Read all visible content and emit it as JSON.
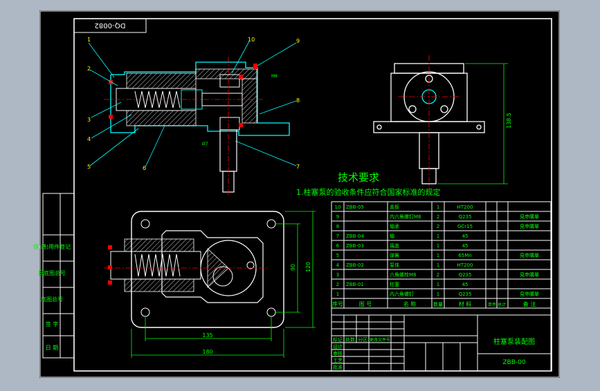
{
  "colors": {
    "background": "#000000",
    "frame": "#ffffff",
    "part_lines": "#00ffff",
    "leaders": "#ffff00",
    "hatch": "#ffffff",
    "bolts": "#ff0000",
    "title_text": "#00ff00",
    "center_lines": "#ff0000",
    "dimensions": "#00ff00"
  },
  "drawing_code_box": "DQ-0082",
  "callouts": [
    "1",
    "2",
    "3",
    "4",
    "5",
    "6",
    "7",
    "8",
    "9",
    "10"
  ],
  "dimension_labels": {
    "side_height": "138.5",
    "plan_inner_width": "135",
    "plan_outer_width": "180",
    "plan_inner_height": "90",
    "plan_outer_height": "120",
    "fit_tag_1": "M8",
    "fit_tag_2": "Ø7"
  },
  "technical_requirements": {
    "title": "技术要求",
    "item_1": "1.柱塞泵的验收条件应符合国家标准的规定"
  },
  "parts_list": {
    "rows": [
      {
        "no": "10",
        "code": "ZBB-05",
        "name": "盖板",
        "qty": "1",
        "material": "HT200",
        "note": ""
      },
      {
        "no": "9",
        "code": "",
        "name": "内六角螺钉M8",
        "qty": "2",
        "material": "Q235",
        "note": "見申購單"
      },
      {
        "no": "8",
        "code": "",
        "name": "轴承",
        "qty": "2",
        "material": "GCr15",
        "note": "見申購單"
      },
      {
        "no": "7",
        "code": "ZBB-04",
        "name": "轴",
        "qty": "1",
        "material": "45",
        "note": ""
      },
      {
        "no": "6",
        "code": "ZBB-03",
        "name": "端盖",
        "qty": "1",
        "material": "45",
        "note": ""
      },
      {
        "no": "5",
        "code": "",
        "name": "弹簧",
        "qty": "1",
        "material": "65Mn",
        "note": "見申購單"
      },
      {
        "no": "4",
        "code": "ZBB-02",
        "name": "泵体",
        "qty": "1",
        "material": "HT200",
        "note": ""
      },
      {
        "no": "3",
        "code": "",
        "name": "六角螺栓M8",
        "qty": "2",
        "material": "Q235",
        "note": "見申購單"
      },
      {
        "no": "2",
        "code": "ZBB-01",
        "name": "柱塞",
        "qty": "1",
        "material": "45",
        "note": ""
      },
      {
        "no": "1",
        "code": "",
        "name": "内六角螺钉",
        "qty": "1",
        "material": "Q235",
        "note": "見申購單"
      }
    ],
    "header": [
      "序号",
      "图 号",
      "名 称",
      "数量",
      "材 料",
      "单件 总计",
      "备 注"
    ]
  },
  "title_block": {
    "drawing_name": "柱塞泵装配图",
    "drawing_number": "ZBB-00",
    "sign_labels": [
      "标记",
      "处数",
      "分区",
      "更改文件号"
    ],
    "row_labels": [
      "设计",
      "审核",
      "工艺",
      "批准"
    ]
  },
  "side_column": [
    "借(通)用件登记",
    "旧底图总号",
    "底图总号",
    "签 字",
    "日 期"
  ]
}
